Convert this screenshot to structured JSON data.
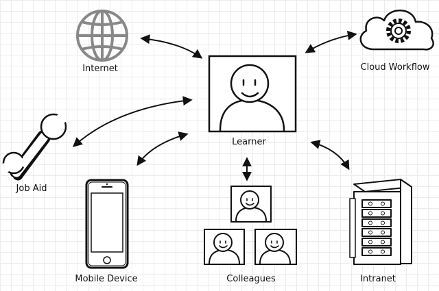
{
  "nodes": {
    "learner": {
      "label": "Learner"
    },
    "internet": {
      "label": "Internet"
    },
    "cloud": {
      "label": "Cloud Workflow"
    },
    "job_aid": {
      "label": "Job Aid"
    },
    "mobile": {
      "label": "Mobile Device"
    },
    "colleagues": {
      "label": "Colleagues"
    },
    "intranet": {
      "label": "Intranet"
    }
  },
  "edges": [
    {
      "from": "internet",
      "to": "learner"
    },
    {
      "from": "cloud",
      "to": "learner"
    },
    {
      "from": "job_aid",
      "to": "learner"
    },
    {
      "from": "mobile",
      "to": "learner"
    },
    {
      "from": "colleagues",
      "to": "learner"
    },
    {
      "from": "intranet",
      "to": "learner"
    }
  ],
  "colors": {
    "stroke": "#111111",
    "icon_gray": "#888888",
    "background": "#ffffff",
    "grid": "#ececec"
  }
}
